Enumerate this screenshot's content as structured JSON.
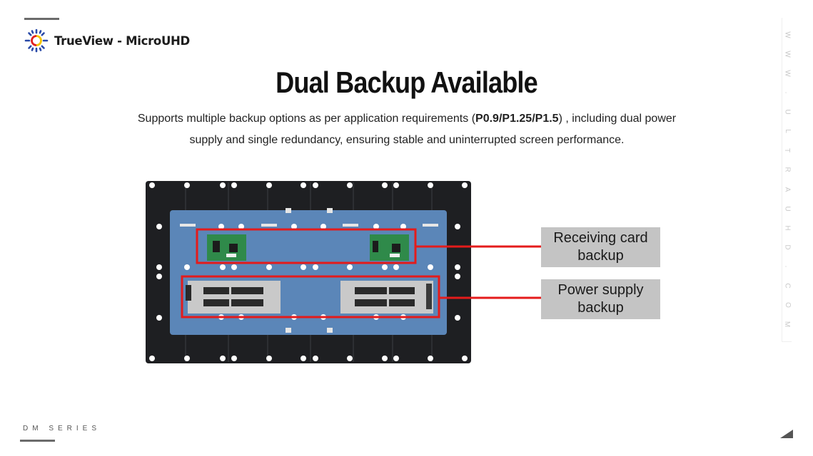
{
  "brand": {
    "name": "TrueView - MicroUHD",
    "logo_icon": "sun-ring-logo-icon",
    "colors": {
      "blue": "#2a4aa8",
      "red": "#e02020",
      "yellow": "#f5c400"
    }
  },
  "header": {
    "title": "Dual Backup Available",
    "subtitle_part1": "Supports multiple backup options as per application requirements (",
    "subtitle_bold": "P0.9/P1.25/P1.5",
    "subtitle_part2": ") , including dual power supply and single redundancy, ensuring stable and uninterrupted screen performance."
  },
  "figure": {
    "description": "LED cabinet rear view",
    "highlight_color": "#e41b1b",
    "panel_color": "#5b86b8",
    "callouts": [
      {
        "line1": "Receiving card",
        "line2": "backup"
      },
      {
        "line1": "Power supply",
        "line2": "backup"
      }
    ]
  },
  "side_url": [
    "W",
    "W",
    "W",
    ".",
    "U",
    "L",
    "T",
    "R",
    "A",
    "U",
    "H",
    "D",
    ".",
    "C",
    "O",
    "M"
  ],
  "footer": {
    "series_label": "DM SERIES",
    "corner_icon": "corner-triangle-icon"
  }
}
